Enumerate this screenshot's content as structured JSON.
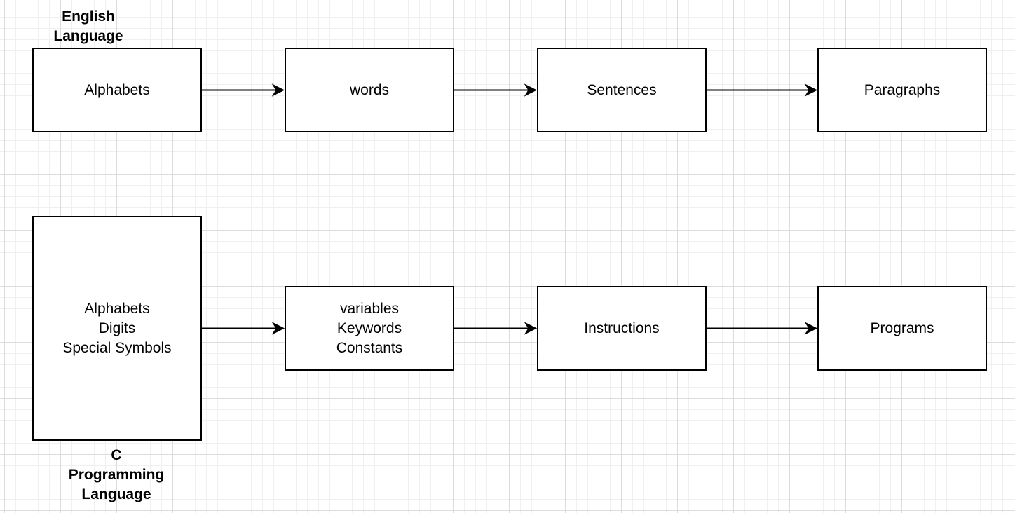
{
  "labels": {
    "english": "English\nLanguage",
    "c": "C\nProgramming\nLanguage"
  },
  "english_row": {
    "alphabets": "Alphabets",
    "words": "words",
    "sentences": "Sentences",
    "paragraphs": "Paragraphs"
  },
  "c_row": {
    "character_set": "Alphabets\nDigits\nSpecial Symbols",
    "tokens": "variables\nKeywords\nConstants",
    "instructions": "Instructions",
    "programs": "Programs"
  },
  "edges": [
    {
      "from": "english-alphabets-box",
      "to": "english-words-box"
    },
    {
      "from": "english-words-box",
      "to": "english-sentences-box"
    },
    {
      "from": "english-sentences-box",
      "to": "english-paragraphs-box"
    },
    {
      "from": "c-character-set-box",
      "to": "c-tokens-box"
    },
    {
      "from": "c-tokens-box",
      "to": "c-instructions-box"
    },
    {
      "from": "c-instructions-box",
      "to": "c-programs-box"
    }
  ],
  "colors": {
    "stroke": "#000000",
    "background": "#ffffff",
    "grid": "#dcdcdc"
  }
}
